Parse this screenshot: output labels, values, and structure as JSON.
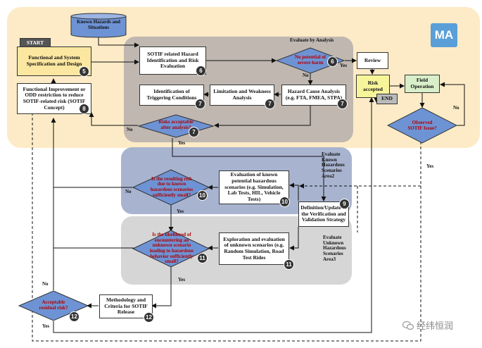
{
  "diagram": {
    "known_hazards": "Known Hazards and Situations",
    "start": "START",
    "functional_spec": "Functional and System Specification and Design",
    "functional_spec_badge": "5",
    "sotif_hazard": "SOTIF related Hazard Identification and Risk Evaluation",
    "sotif_hazard_badge": "6",
    "evaluate_by_analysis": "Evaluate by Analysis",
    "no_severe_harm": "No potential of severe harm",
    "no_severe_harm_badge": "6",
    "review": "Review",
    "risk_accepted": "Risk accepted",
    "end": "END",
    "field_operation": "Field Operation",
    "observed_sotif": "Observed SOTIF Issue?",
    "functional_improvement": "Functional Improvement or ODD restriction to reduce SOTIF-related risk (SOTIF Concept)",
    "functional_improvement_badge": "8",
    "identification_triggering": "Identification of Triggering Conditions",
    "identification_triggering_badge": "7",
    "limitation_weakness": "Limitation and Weakness Analysis",
    "limitation_weakness_badge": "7",
    "hazard_cause": "Hazard Cause Analysis (e.g. FTA, FMEA, STPA)",
    "hazard_cause_badge": "7",
    "risks_acceptable": "Risks acceptable after analysis?",
    "risks_acceptable_badge": "7",
    "evaluate_known_area": "Evaluate Known Hazardous Scenarios Area2",
    "resulting_risk": "Is the resulting risk due to known hazardous scenarios sufficiently small?",
    "resulting_risk_badge": "10",
    "evaluation_known": "Evaluation of known potential hazardous scenarios (e.g. Simulation, Lab Tests, HIL, Vehicle Tests)",
    "evaluation_known_badge": "10",
    "definition_update": "Definition/Update of the Verification and Validation Strategy",
    "definition_update_badge": "9",
    "evaluate_unknown_area": "Evaluate Unknown Hazardous Scenarios Area3",
    "likelihood_unknown": "Is the likelihood of encountering an unknown scenario leading to hazardous behavior sufficiently small?",
    "likelihood_unknown_badge": "11",
    "exploration_unknown": "Exploration and evaluation of unknown scenarios (e.g. Random Simulation, Road Test Rides",
    "exploration_unknown_badge": "11",
    "methodology": "Methodology and Criteria for SOTIF Release",
    "methodology_badge": "12",
    "acceptable_residual": "Acceptable residual risk?",
    "acceptable_residual_badge": "12",
    "label_yes": "Yes",
    "label_no": "No",
    "logo": "MA",
    "watermark": "经纬恒润"
  },
  "colors": {
    "area_outer": "#fcebc6",
    "area_analysis": "#bfb7b0",
    "area_known": "#a8b4cf",
    "area_unknown": "#d6d6d6",
    "diamond": "#6e93d4",
    "spec_box": "#fbe7a0",
    "risk_box": "#f7f59a",
    "field_box": "#d8efc9",
    "cylinder": "#6e93d4"
  }
}
